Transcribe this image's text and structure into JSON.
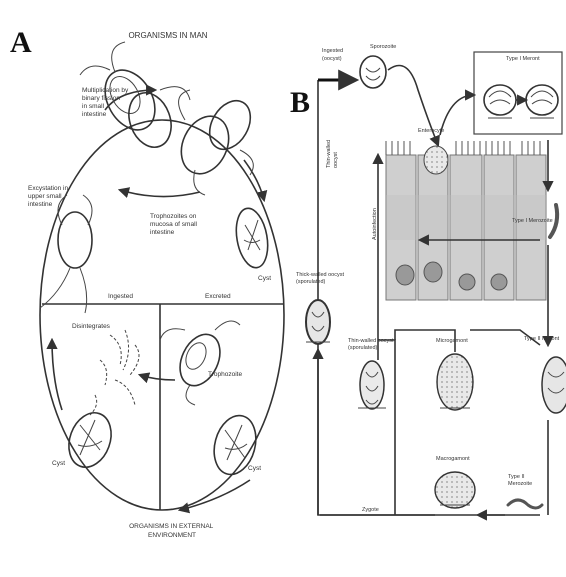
{
  "panel_a": {
    "letter": "A",
    "title": "ORGANISMS IN MAN",
    "labels": {
      "multiplication": [
        "Multiplication by",
        "binary fission",
        "in small",
        "intestine"
      ],
      "excystation": [
        "Excystation in",
        "upper small",
        "intestine"
      ],
      "trophozoites_mucosa": [
        "Trophozoites on",
        "mucosa of small",
        "intestine"
      ],
      "cyst_right": "Cyst",
      "ingested": "Ingested",
      "excreted": "Excreted",
      "disintegrates": "Disintegrates",
      "trophozoite": "Trophozoite",
      "cyst_bottom_left": "Cyst",
      "cyst_bottom_right": "Cyst",
      "external": [
        "ORGANISMS IN EXTERNAL",
        "ENVIRONMENT"
      ]
    }
  },
  "panel_b": {
    "letter": "B",
    "labels": {
      "ingested": [
        "Ingested",
        "(oocyst)"
      ],
      "sporozoite": "Sporozoite",
      "enterocyte": "Enterocyte",
      "type_i_meront": "Type I Meront",
      "merozoite": "Type I Merozoite",
      "thin_walled": [
        "Thin-walled",
        "oocyst"
      ],
      "autoinfection": "Autoinfection",
      "thick_walled": [
        "Thick-walled oocyst",
        "(sporulated)"
      ],
      "thin_walled_2": [
        "Thin-walled oocyst",
        "(sporulated)"
      ],
      "microgamont": "Microgamont",
      "type_ii": "Type II Meront",
      "macrogamont": "Macrogamont",
      "type_ii_merozoite": [
        "Type II",
        "Merozoite"
      ],
      "zygote": "Zygote"
    }
  }
}
